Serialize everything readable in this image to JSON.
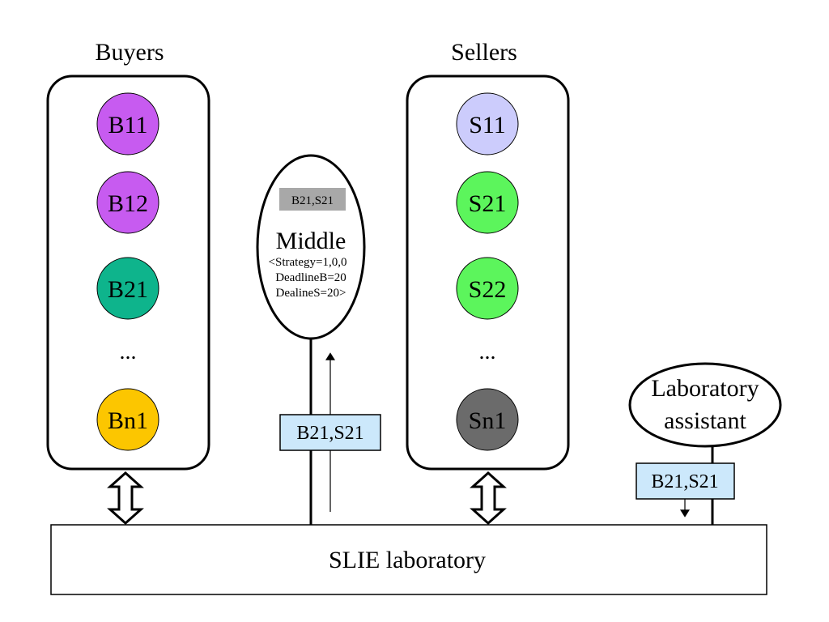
{
  "buyers": {
    "title": "Buyers",
    "agents": [
      {
        "label": "B11",
        "color": "#c75bf0"
      },
      {
        "label": "B12",
        "color": "#c75bf0"
      },
      {
        "label": "B21",
        "color": "#0eb48c"
      },
      {
        "label": "...",
        "color": null
      },
      {
        "label": "Bn1",
        "color": "#fcc600"
      }
    ]
  },
  "sellers": {
    "title": "Sellers",
    "agents": [
      {
        "label": "S11",
        "color": "#ccccfc"
      },
      {
        "label": "S21",
        "color": "#5cf55c"
      },
      {
        "label": "S22",
        "color": "#5cf55c"
      },
      {
        "label": "...",
        "color": null
      },
      {
        "label": "Sn1",
        "color": "#6b6b6b"
      }
    ]
  },
  "middle": {
    "pair_tag": "B21,S21",
    "title": "Middle",
    "params": [
      "<Strategy=1,0,0",
      "DeadlineB=20",
      "DealineS=20>"
    ]
  },
  "messages": {
    "up_message": "B21,S21",
    "down_message": "B21,S21"
  },
  "assistant": {
    "line1": "Laboratory",
    "line2": "assistant"
  },
  "laboratory": {
    "label": "SLIE laboratory"
  },
  "colors": {
    "message_fill": "#cce8fb",
    "tag_fill": "#a8a8a8",
    "stroke": "#000000"
  }
}
